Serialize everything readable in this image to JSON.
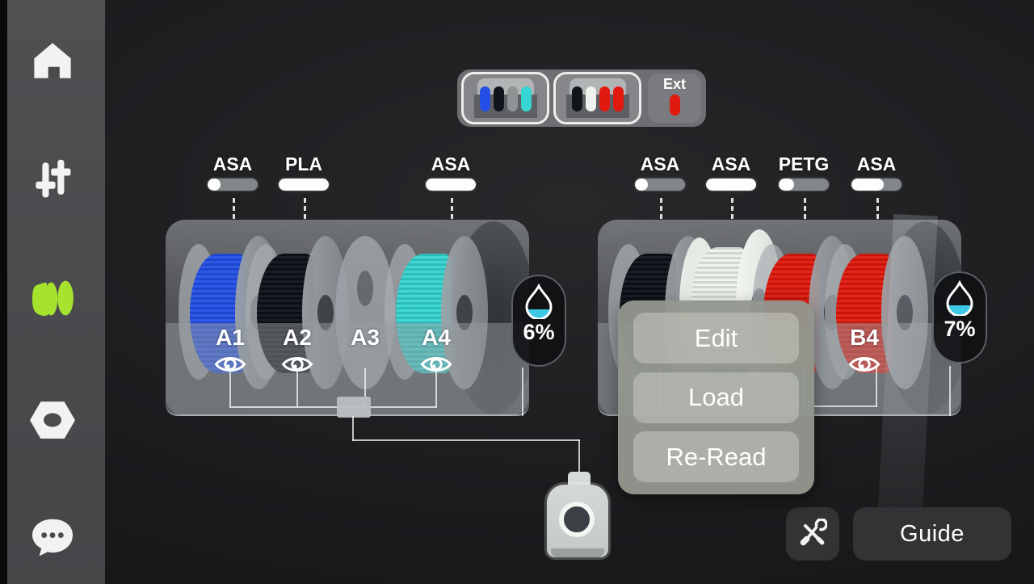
{
  "sidebar": {
    "active_color": "#a6e32e",
    "items": [
      {
        "name": "home",
        "icon": "home-icon",
        "active": false
      },
      {
        "name": "adjustments",
        "icon": "sliders-icon",
        "active": false
      },
      {
        "name": "filament",
        "icon": "spool-icon",
        "active": true
      },
      {
        "name": "maintenance",
        "icon": "nut-icon",
        "active": false
      },
      {
        "name": "messages",
        "icon": "chat-icon",
        "active": false
      }
    ]
  },
  "ams_selector": {
    "units": [
      {
        "selected": true,
        "dots": [
          "#2450e8",
          "#10141b",
          "#8e9292",
          "#36d6d2"
        ]
      },
      {
        "selected": true,
        "dots": [
          "#10141b",
          "#eef2ec",
          "#e2190e",
          "#e2190e"
        ]
      }
    ],
    "external": {
      "label": "Ext",
      "dot": "#e2190e",
      "selected": false
    }
  },
  "ams_a": {
    "humidity": "6%",
    "slots": [
      {
        "id": "A1",
        "material": "ASA",
        "color": "#2450e8",
        "remaining": "25%",
        "loaded": true,
        "eye_icon": true
      },
      {
        "id": "A2",
        "material": "PLA",
        "color": "#0d1118",
        "remaining": "100%",
        "loaded": true,
        "eye_icon": true
      },
      {
        "id": "A3",
        "material": "",
        "color": "",
        "remaining": "",
        "loaded": false,
        "eye_icon": false
      },
      {
        "id": "A4",
        "material": "ASA",
        "color": "#36d6d2",
        "remaining": "100%",
        "loaded": true,
        "eye_icon": true
      }
    ]
  },
  "ams_b": {
    "humidity": "7%",
    "slots": [
      {
        "id": "",
        "material": "ASA",
        "color": "#0d1118",
        "remaining": "25%",
        "loaded": true,
        "eye_icon": false
      },
      {
        "id": "",
        "material": "ASA",
        "color": "#eef2ec",
        "remaining": "100%",
        "loaded": true,
        "eye_icon": false
      },
      {
        "id": "",
        "material": "PETG",
        "color": "#e2190e",
        "remaining": "30%",
        "loaded": true,
        "eye_icon": false
      },
      {
        "id": "B4",
        "material": "ASA",
        "color": "#e2190e",
        "remaining": "65%",
        "loaded": true,
        "eye_icon": true
      }
    ]
  },
  "context_menu": {
    "items": [
      {
        "label": "Edit"
      },
      {
        "label": "Load"
      },
      {
        "label": "Re-Read"
      }
    ]
  },
  "footer": {
    "guide_label": "Guide"
  }
}
